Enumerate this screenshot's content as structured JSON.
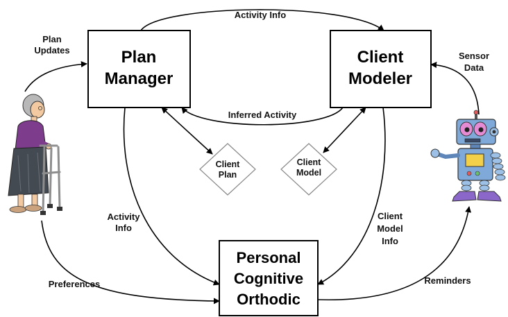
{
  "nodes": {
    "plan_manager": {
      "line1": "Plan",
      "line2": "Manager"
    },
    "client_modeler": {
      "line1": "Client",
      "line2": "Modeler"
    },
    "pco": {
      "line1": "Personal",
      "line2": "Cognitive",
      "line3": "Orthodic"
    },
    "client_plan": {
      "line1": "Client",
      "line2": "Plan"
    },
    "client_model": {
      "line1": "Client",
      "line2": "Model"
    }
  },
  "edges": {
    "activity_info_top": "Activity Info",
    "inferred_activity": "Inferred Activity",
    "plan_updates": {
      "line1": "Plan",
      "line2": "Updates"
    },
    "sensor_data": {
      "line1": "Sensor",
      "line2": "Data"
    },
    "activity_info_left": {
      "line1": "Activity",
      "line2": "Info"
    },
    "client_model_info": {
      "line1": "Client",
      "line2": "Model",
      "line3": "Info"
    },
    "preferences": "Preferences",
    "reminders": "Reminders"
  },
  "icons": [
    "elderly-woman-with-walker-icon",
    "robot-icon"
  ]
}
